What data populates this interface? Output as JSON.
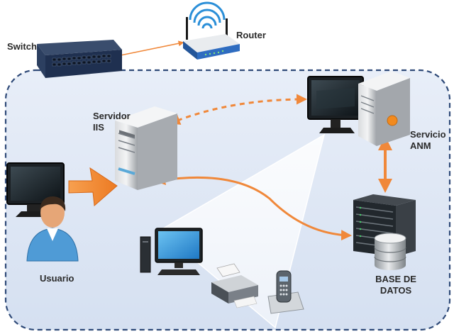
{
  "labels": {
    "switch": "Switch",
    "router": "Router",
    "servidor_line1": "Servidor",
    "servidor_line2": "IIS",
    "servicio_line1": "Servicio",
    "servicio_line2": "ANM",
    "usuario": "Usuario",
    "base_line1": "BASE DE",
    "base_line2": "DATOS"
  },
  "nodes": [
    {
      "id": "switch",
      "icon": "network-switch-icon"
    },
    {
      "id": "router",
      "icon": "wifi-router-icon"
    },
    {
      "id": "servidor-iis",
      "icon": "server-tower-icon"
    },
    {
      "id": "servicio-anm",
      "icon": "workstation-server-icon"
    },
    {
      "id": "usuario",
      "icon": "user-workstation-icon"
    },
    {
      "id": "base-de-datos",
      "icon": "database-rack-icon"
    },
    {
      "id": "desktop-pc",
      "icon": "desktop-computer-icon"
    },
    {
      "id": "printer",
      "icon": "printer-icon"
    },
    {
      "id": "phone",
      "icon": "cordless-phone-icon"
    }
  ],
  "colors": {
    "connector": "#f0883a",
    "boundary": "#2f4a78",
    "region_fill": "#dfe8f6"
  }
}
